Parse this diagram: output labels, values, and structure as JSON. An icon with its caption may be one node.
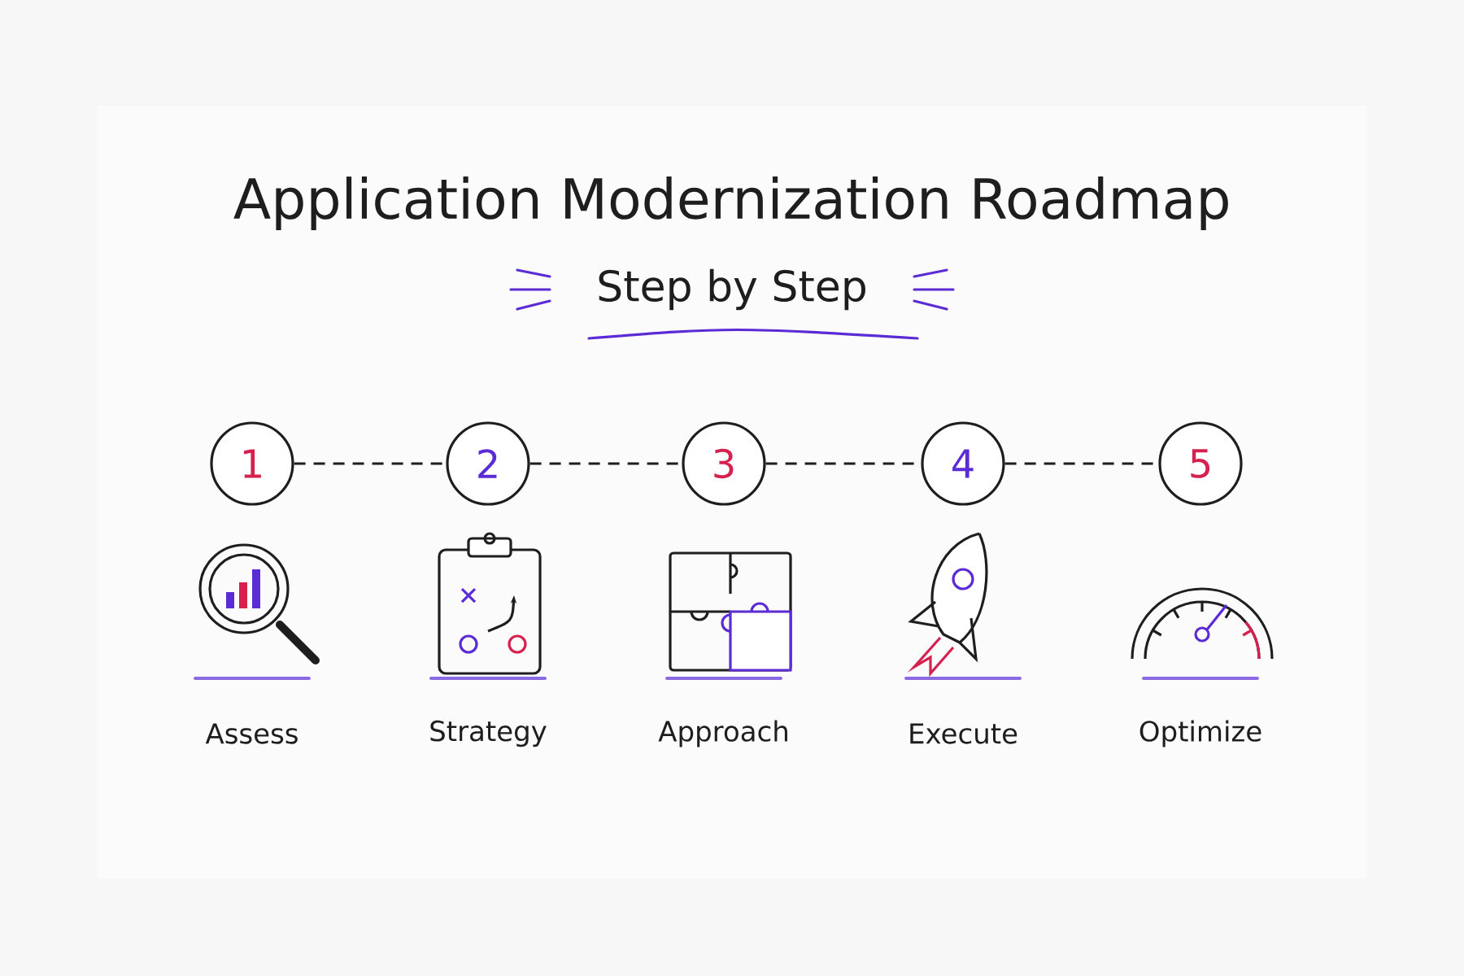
{
  "diagram": {
    "title": "Application Modernization Roadmap",
    "nodes": [
      {
        "text": [
          "1"
        ]
      },
      {
        "text": [
          "2"
        ]
      },
      {
        "text": [
          "3"
        ]
      },
      {
        "text": [
          "4"
        ]
      },
      {
        "text": [
          "5"
        ]
      }
    ],
    "edges": [
      {
        "from": 0,
        "to": 1,
        "arrow": "none",
        "style": "dashed"
      },
      {
        "from": 1,
        "to": 2,
        "arrow": "none",
        "style": "dashed"
      },
      {
        "from": 2,
        "to": 3,
        "arrow": "none",
        "style": "dashed"
      },
      {
        "from": 3,
        "to": 4,
        "arrow": "none",
        "style": "dashed"
      }
    ],
    "labels": [
      "Step by Step",
      "Assess",
      "Strategy",
      "Approach",
      "Execute",
      "Optimize"
    ]
  }
}
